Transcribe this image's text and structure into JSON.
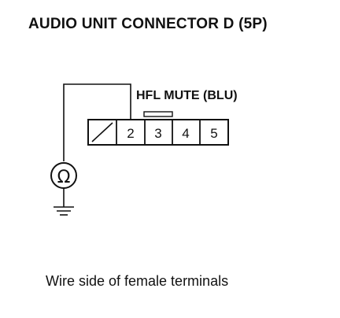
{
  "title": "AUDIO UNIT CONNECTOR D (5P)",
  "pin_label": "HFL MUTE (BLU)",
  "terminals": [
    "2",
    "3",
    "4",
    "5"
  ],
  "meter_symbol": "Ω",
  "caption": "Wire side of female terminals"
}
